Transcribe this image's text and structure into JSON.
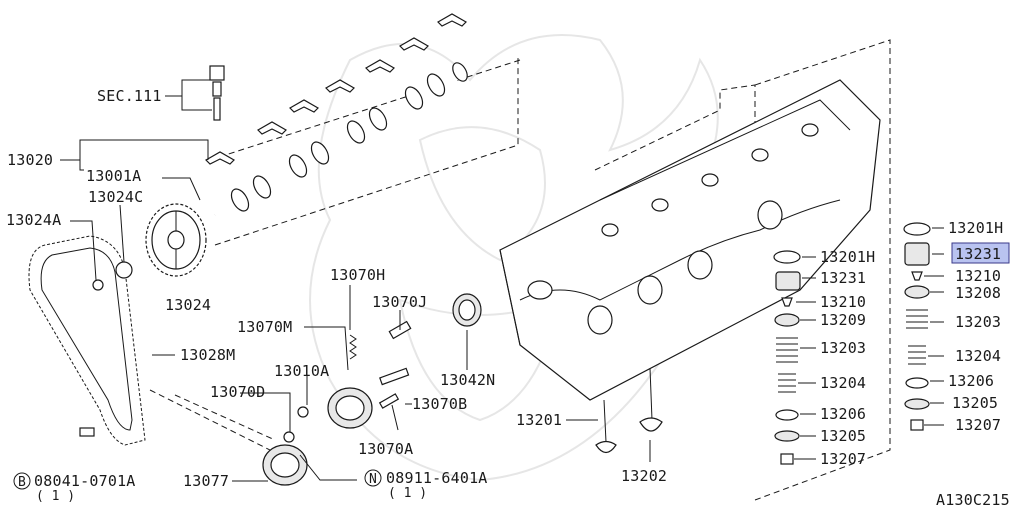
{
  "diagram": {
    "highlight_color": "#b9c3f0",
    "labels": {
      "sec111": "SEC.111",
      "p13020": "13020",
      "p13001A": "13001A",
      "p13024C": "13024C",
      "p13024A": "13024A",
      "p13024": "13024",
      "p13028M": "13028M",
      "p13070H": "13070H",
      "p13070J": "13070J",
      "p13070M": "13070M",
      "p13010A": "13010A",
      "p13070D": "13070D",
      "p13070B": "13070B",
      "p13070A": "13070A",
      "p13042N": "13042N",
      "p13077": "13077",
      "p08041": "08041-0701A",
      "p08041_qty": "( 1 )",
      "p08911": "08911-6401A",
      "p08911_qty": "( 1 )",
      "circ_B": "B",
      "circ_N": "N",
      "p13201": "13201",
      "p13202": "13202",
      "m13201H": "13201H",
      "m13231": "13231",
      "m13210": "13210",
      "m13209": "13209",
      "m13203": "13203",
      "m13204": "13204",
      "m13206": "13206",
      "m13205": "13205",
      "m13207": "13207",
      "r13201H": "13201H",
      "r13231": "13231",
      "r13210": "13210",
      "r13208": "13208",
      "r13203": "13203",
      "r13204": "13204",
      "r13206": "13206",
      "r13205": "13205",
      "r13207": "13207",
      "ref": "A130C215"
    }
  }
}
